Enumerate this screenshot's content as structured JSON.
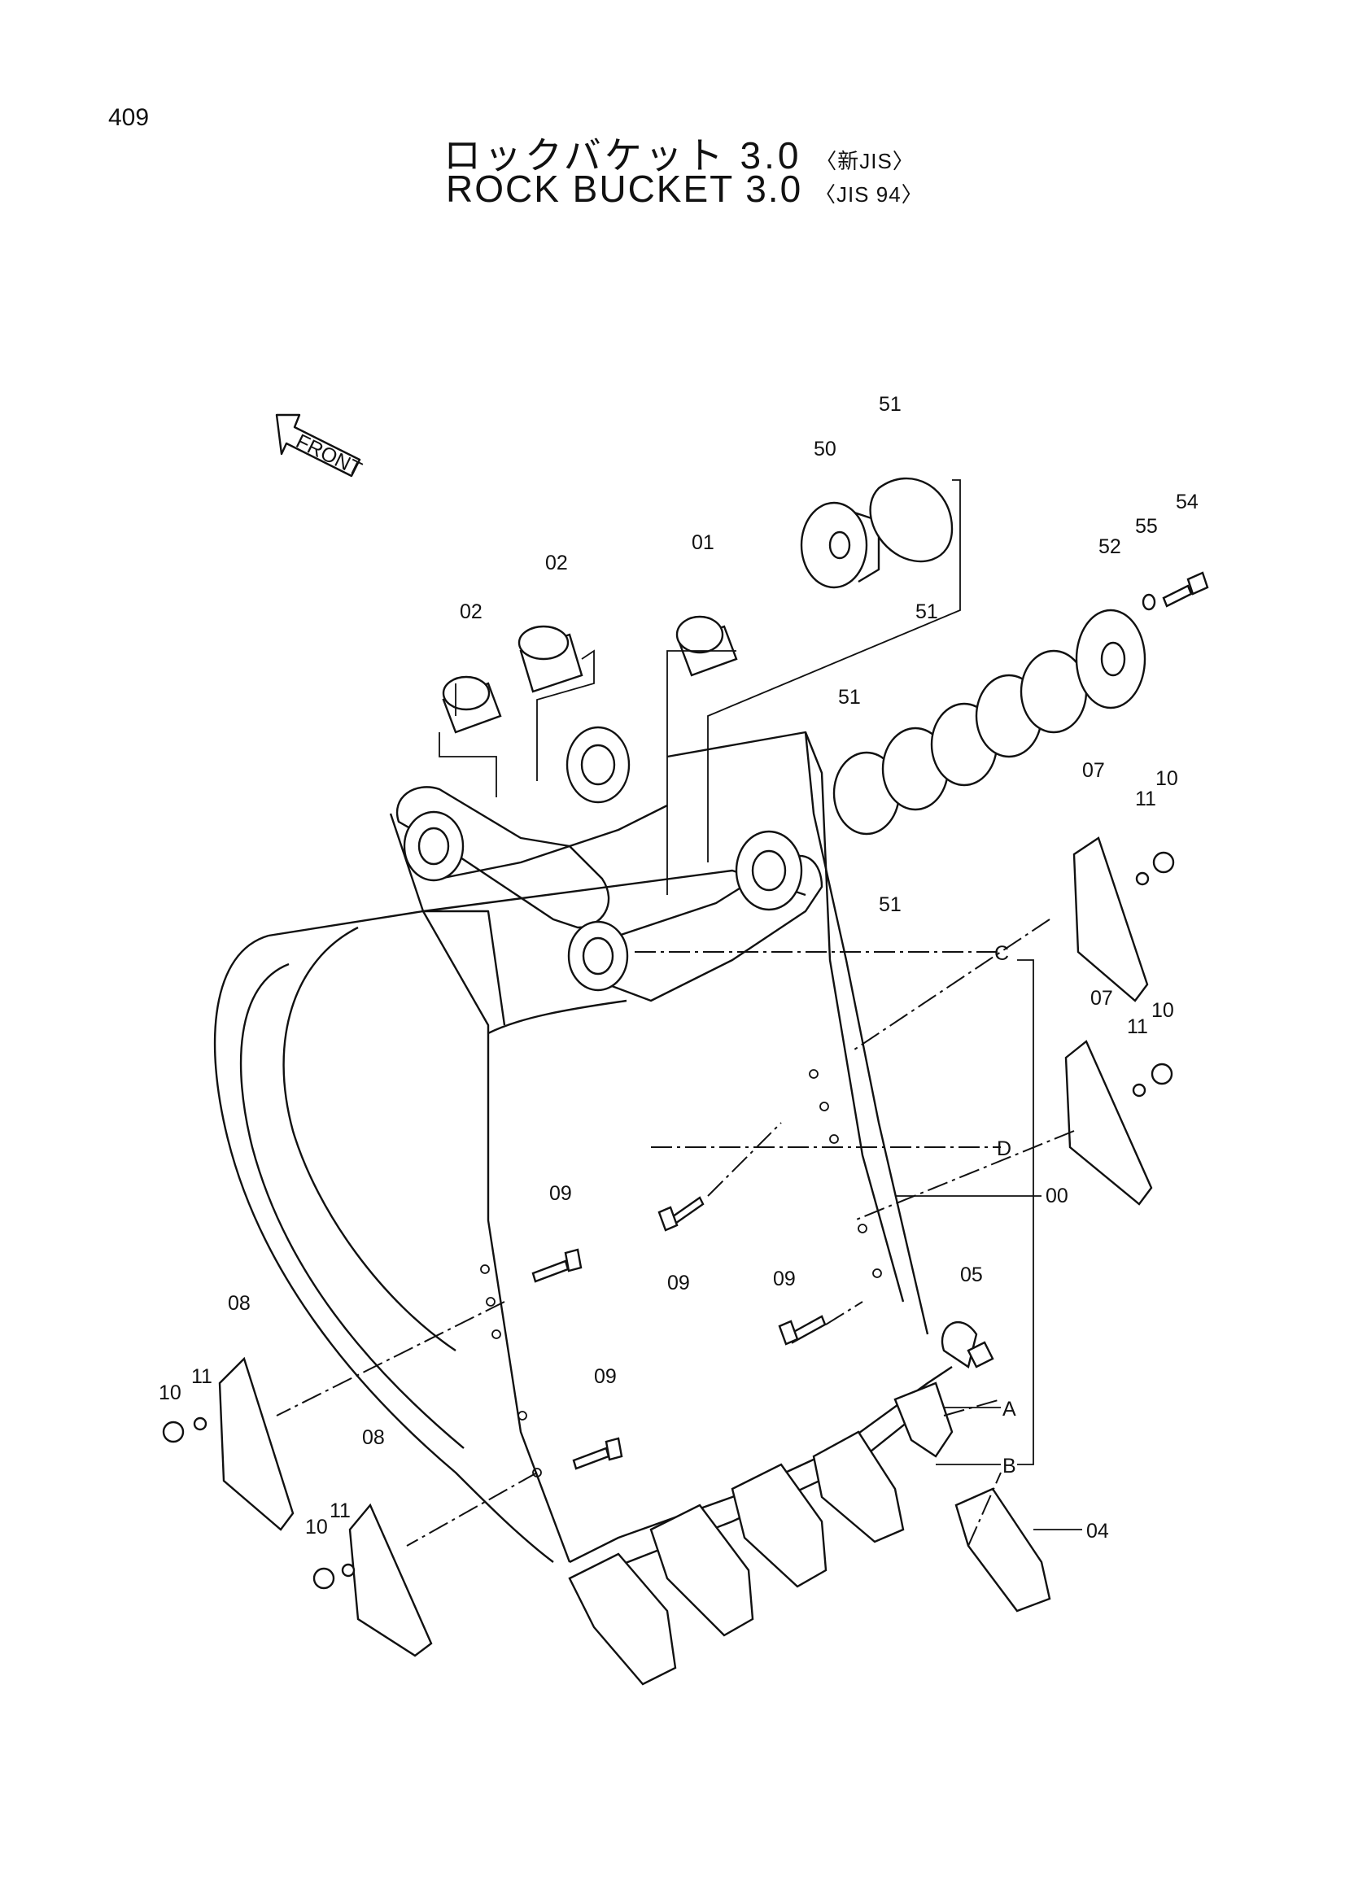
{
  "page": {
    "number": "409",
    "title_ja": "ロックバケット 3.0",
    "title_ja_suffix": "〈新JIS〉",
    "title_en": "ROCK  BUCKET 3.0",
    "title_en_suffix": "〈JIS  94〉"
  },
  "front_arrow": {
    "label": "FRONT"
  },
  "callouts": {
    "c51_top": "51",
    "c50": "50",
    "c51_right": "51",
    "c55": "55",
    "c54": "54",
    "c52": "52",
    "c01": "01",
    "c02_a": "02",
    "c02_b": "02",
    "c51_mid": "51",
    "c51_low": "51",
    "c07_a": "07",
    "c11_a": "11",
    "c10_a": "10",
    "c07_b": "07",
    "c11_b": "11",
    "c10_b": "10",
    "refC": "C",
    "refD": "D",
    "c00": "00",
    "c09_a": "09",
    "c09_b": "09",
    "c09_c": "09",
    "c09_d": "09",
    "c05": "05",
    "refA": "A",
    "refB": "B",
    "c04": "04",
    "c08_a": "08",
    "c11_c": "11",
    "c10_c": "10",
    "c08_b": "08",
    "c11_d": "11",
    "c10_d": "10"
  }
}
